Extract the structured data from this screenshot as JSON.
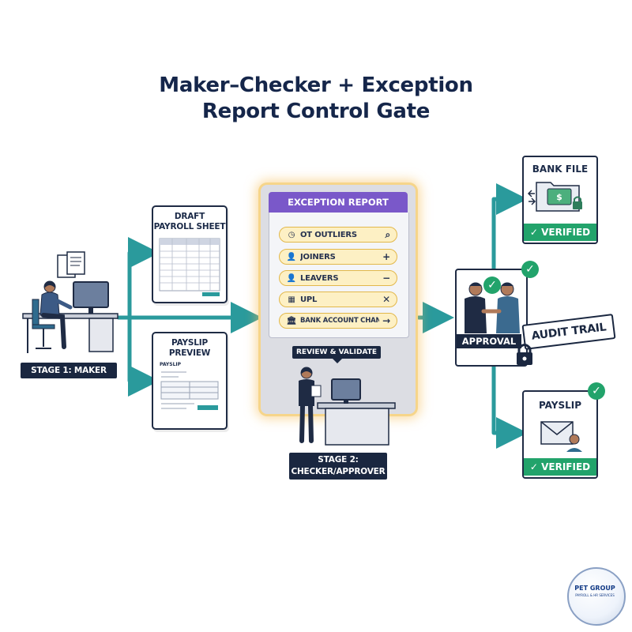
{
  "title": {
    "line1": "Maker–Checker + Exception",
    "line2": "Report Control Gate"
  },
  "maker": {
    "draft_title_line1": "DRAFT",
    "draft_title_line2": "PAYROLL SHEET",
    "payslip_preview_line1": "PAYSLIP",
    "payslip_preview_line2": "PREVIEW",
    "payslip_mini_label": "PAYSLIP",
    "stage_label": "STAGE 1: MAKER"
  },
  "exception_report": {
    "header": "EXCEPTION REPORT",
    "items": [
      {
        "icon": "clock-icon",
        "glyph": "◷",
        "label": "OT OUTLIERS",
        "action_icon": "search-icon",
        "action_glyph": "⌕"
      },
      {
        "icon": "person-icon",
        "glyph": "👤",
        "label": "JOINERS",
        "action_icon": "plus-icon",
        "action_glyph": "+"
      },
      {
        "icon": "person-icon",
        "glyph": "👤",
        "label": "LEAVERS",
        "action_icon": "minus-icon",
        "action_glyph": "−"
      },
      {
        "icon": "calendar-icon",
        "glyph": "▦",
        "label": "UPL",
        "action_icon": "x-icon",
        "action_glyph": "✕"
      },
      {
        "icon": "bank-icon",
        "glyph": "🏛",
        "label": "BANK ACCOUNT CHANGE",
        "action_icon": "arrow-right-icon",
        "action_glyph": "→"
      }
    ],
    "review_label": "REVIEW & VALIDATE",
    "stage_line1": "STAGE 2:",
    "stage_line2": "CHECKER/APPROVER"
  },
  "approval": {
    "label": "APPROVAL",
    "audit_trail": "AUDIT TRAIL"
  },
  "outputs": {
    "bank_file_title": "BANK FILE",
    "bank_verified": "✓ VERIFIED",
    "payslip_title": "PAYSLIP",
    "payslip_verified": "✓ VERIFIED"
  },
  "logo": {
    "name": "PET GROUP",
    "tagline": "PAYROLL & HR SERVICES"
  },
  "colors": {
    "navy": "#1a2740",
    "teal": "#2a9a9c",
    "purple": "#7a58c9",
    "green": "#22a36b",
    "gold": "#e2b84b"
  }
}
